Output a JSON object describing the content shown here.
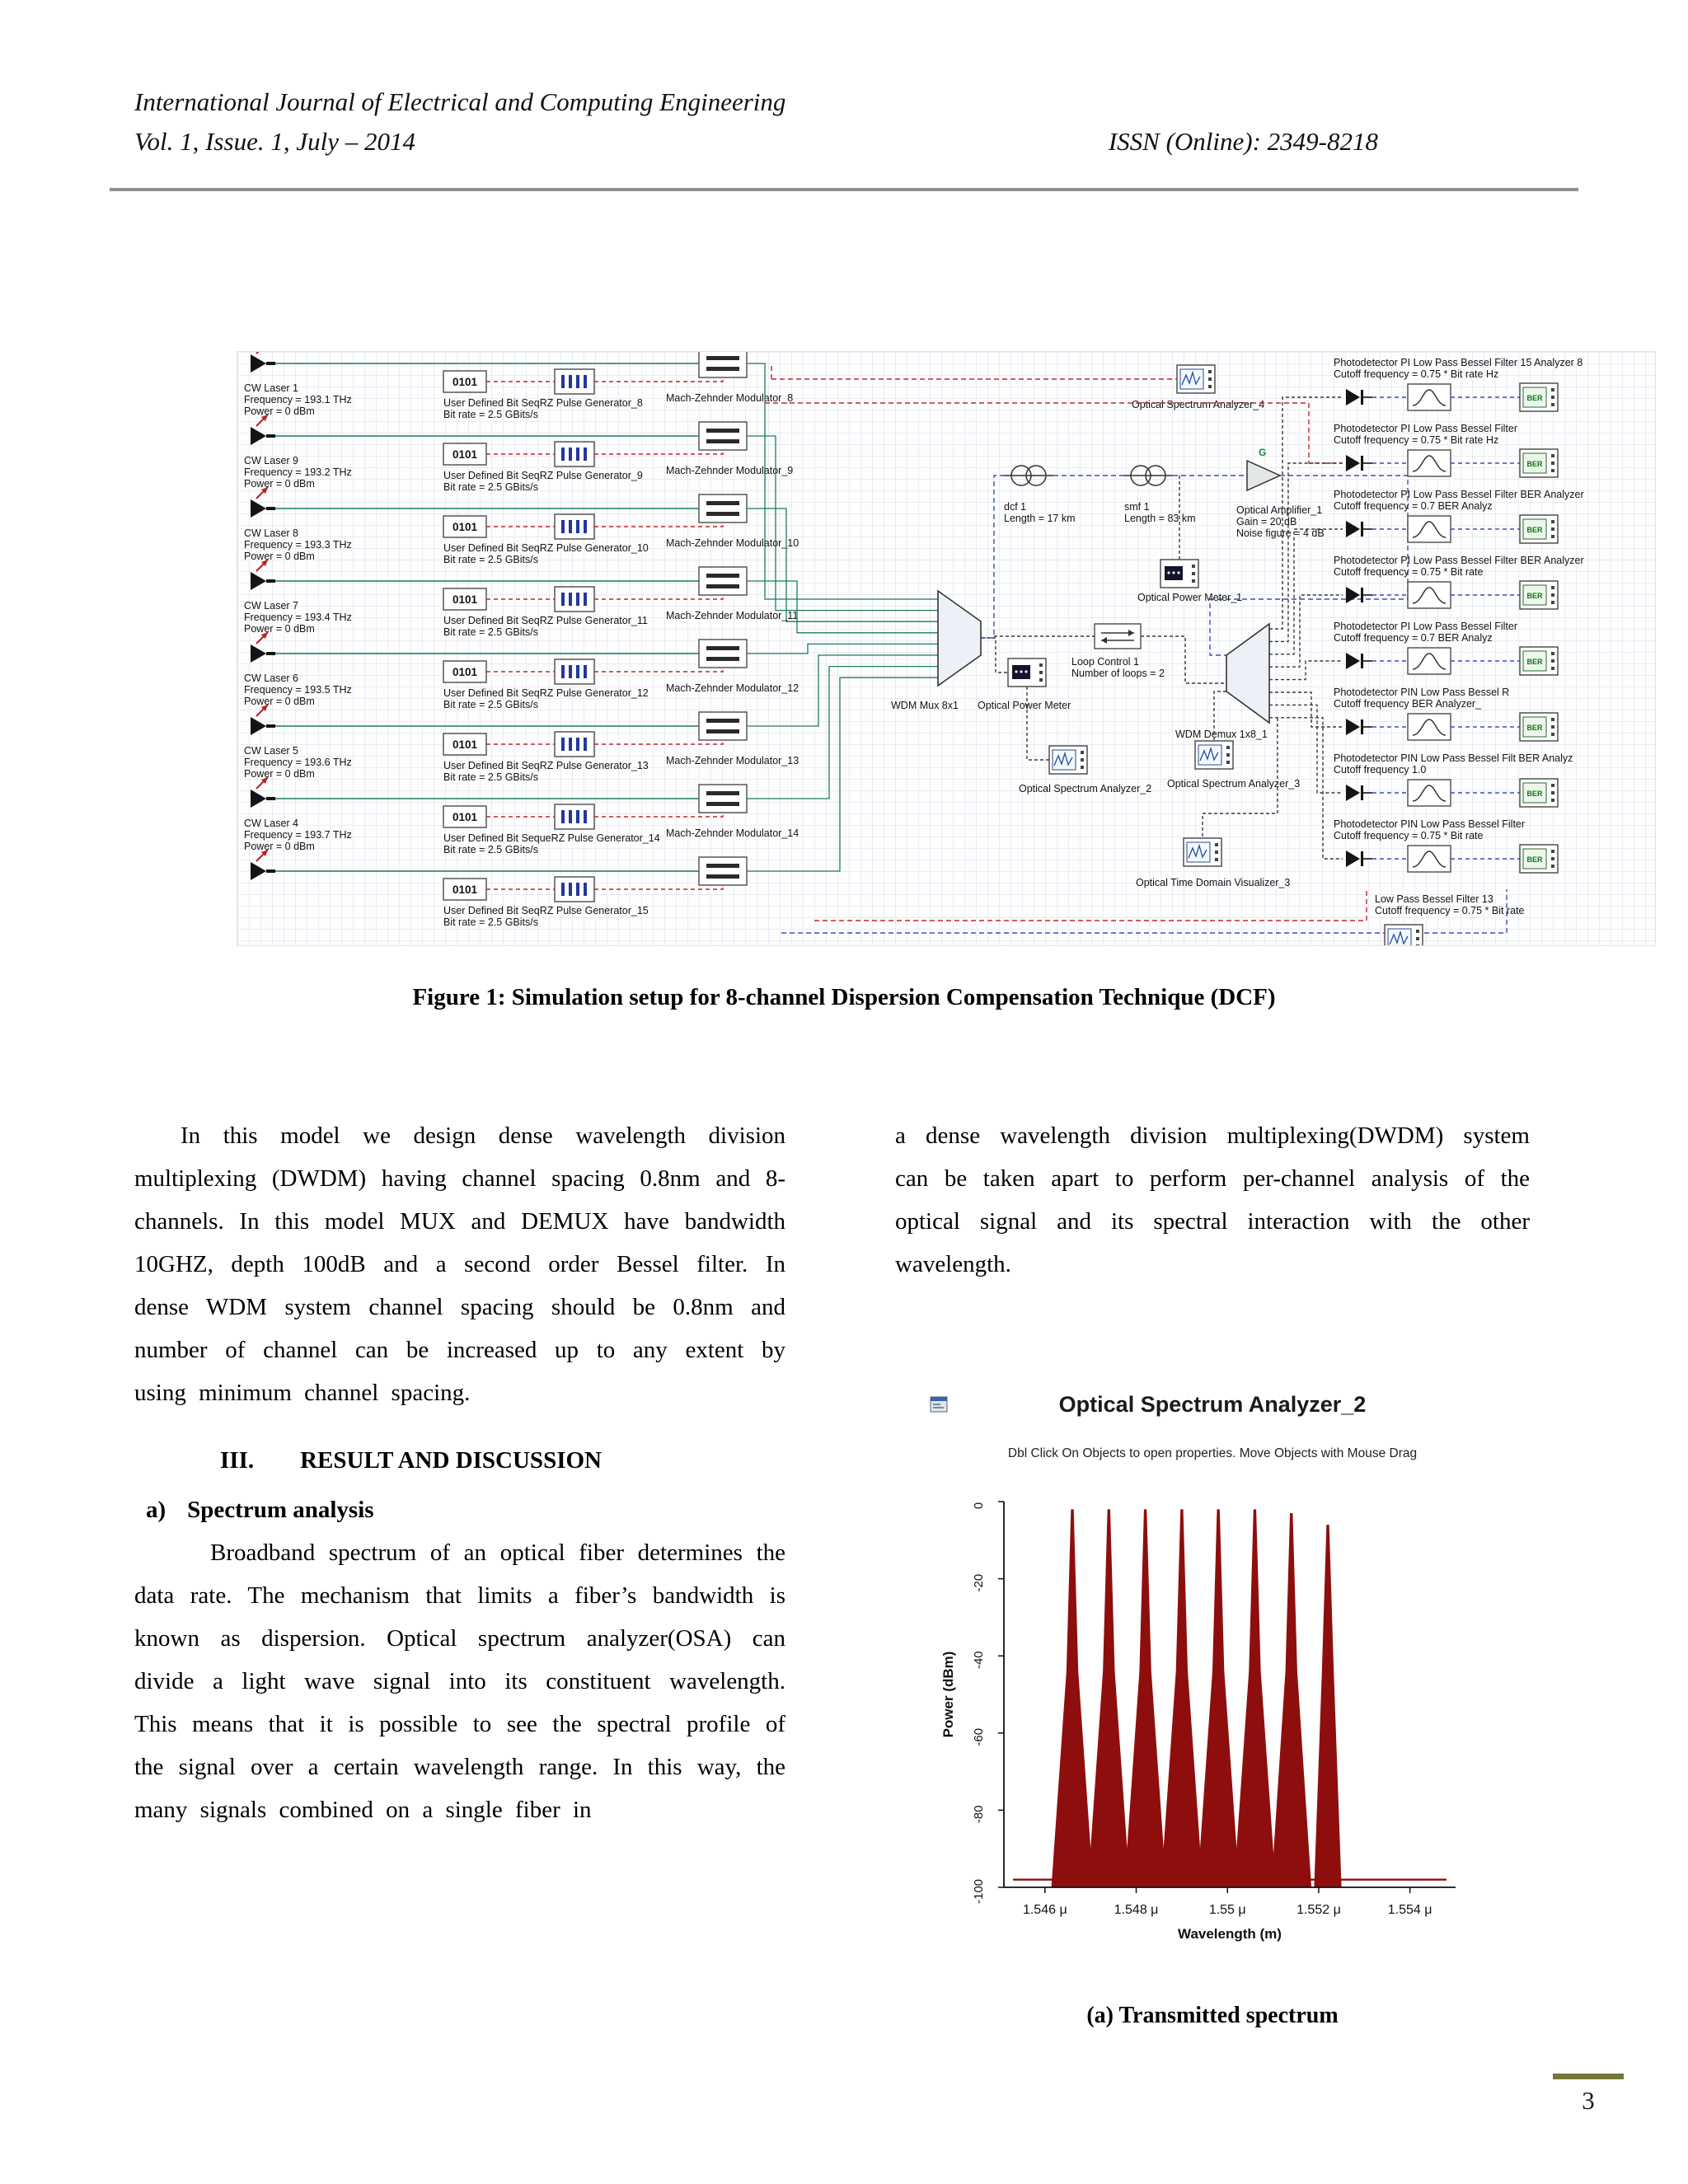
{
  "page": {
    "number": "3"
  },
  "header": {
    "journal_title": "International Journal of Electrical and Computing Engineering",
    "issue_line": "Vol. 1, Issue. 1, July – 2014",
    "issn_line": "ISSN (Online): 2349-8218"
  },
  "figure": {
    "caption": "Figure 1: Simulation setup for 8-channel Dispersion Compensation Technique (DCF)"
  },
  "diagram": {
    "bitseq_glyph": "0101",
    "gain_mark": "G",
    "ber_glyph": "BER",
    "rows": [
      {
        "laser_name": "CW Laser 1",
        "laser_freq": "Frequency = 193.1  THz",
        "laser_power": "Power = 0  dBm",
        "gen_name": "User Defined Bit SeqRZ Pulse Generator_8",
        "gen_rate": "Bit rate = 2.5  GBits/s",
        "mod_name": "Mach-Zehnder Modulator_8"
      },
      {
        "laser_name": "CW Laser 9",
        "laser_freq": "Frequency = 193.2  THz",
        "laser_power": "Power = 0  dBm",
        "gen_name": "User Defined Bit SeqRZ Pulse Generator_9",
        "gen_rate": "Bit rate = 2.5  GBits/s",
        "mod_name": "Mach-Zehnder Modulator_9"
      },
      {
        "laser_name": "CW Laser 8",
        "laser_freq": "Frequency = 193.3  THz",
        "laser_power": "Power = 0  dBm",
        "gen_name": "User Defined Bit SeqRZ Pulse Generator_10",
        "gen_rate": "Bit rate = 2.5  GBits/s",
        "mod_name": "Mach-Zehnder Modulator_10"
      },
      {
        "laser_name": "CW Laser 7",
        "laser_freq": "Frequency = 193.4  THz",
        "laser_power": "Power = 0  dBm",
        "gen_name": "User Defined Bit SeqRZ Pulse Generator_11",
        "gen_rate": "Bit rate = 2.5  GBits/s",
        "mod_name": "Mach-Zehnder Modulator_11"
      },
      {
        "laser_name": "CW Laser 6",
        "laser_freq": "Frequency = 193.5  THz",
        "laser_power": "Power = 0  dBm",
        "gen_name": "User Defined Bit SeqRZ Pulse Generator_12",
        "gen_rate": "Bit rate = 2.5  GBits/s",
        "mod_name": "Mach-Zehnder Modulator_12"
      },
      {
        "laser_name": "CW Laser 5",
        "laser_freq": "Frequency = 193.6  THz",
        "laser_power": "Power = 0  dBm",
        "gen_name": "User Defined Bit SeqRZ Pulse Generator_13",
        "gen_rate": "Bit rate = 2.5  GBits/s",
        "mod_name": "Mach-Zehnder Modulator_13"
      },
      {
        "laser_name": "CW Laser 4",
        "laser_freq": "Frequency = 193.7  THz",
        "laser_power": "Power = 0  dBm",
        "gen_name": "User Defined Bit SequeRZ Pulse Generator_14",
        "gen_rate": "Bit rate = 2.5  GBits/s",
        "mod_name": "Mach-Zehnder Modulator_14"
      },
      {
        "laser_name": "",
        "laser_freq": "",
        "laser_power": "",
        "gen_name": "User Defined Bit SeqRZ Pulse Generator_15",
        "gen_rate": "Bit rate = 2.5  GBits/s",
        "mod_name": ""
      }
    ],
    "mux_label": "WDM Mux 8x1",
    "power_meter_label": "Optical Power Meter",
    "power_meter1_label": "Optical Power Meter_1",
    "dcf": {
      "name": "dcf 1",
      "length": "Length = 17  km"
    },
    "smf": {
      "name": "smf 1",
      "length": "Length = 83  km"
    },
    "amplifier": {
      "name": "Optical Amplifier_1",
      "gain": "Gain = 20  dB",
      "noise": "Noise figure = 4  dB"
    },
    "loop_control": {
      "name": "Loop Control 1",
      "loops": "Number of loops = 2"
    },
    "demux_label": "WDM Demux 1x8_1",
    "osa4_label": "Optical Spectrum Analyzer_4",
    "osa2_label": "Optical Spectrum Analyzer_2",
    "osa3_label": "Optical Spectrum Analyzer_3",
    "otdv_label": "Optical Time Domain Visualizer_3",
    "filter13_label": "Low Pass Bessel Filter  13",
    "filter13_cutoff": "Cutoff frequency = 0.75 * Bit rate",
    "detector_chains": [
      {
        "label": "Photodetector PI  Low Pass Bessel Filter  15  Analyzer 8",
        "cutoff": "Cutoff frequency = 0.75 * Bit rate  Hz"
      },
      {
        "label": "Photodetector PI  Low Pass Bessel Filter",
        "cutoff": "Cutoff frequency = 0.75 * Bit rate  Hz"
      },
      {
        "label": "Photodetector PI  Low Pass Bessel Filter  BER Analyzer",
        "cutoff": "Cutoff frequency = 0.7  BER Analyz"
      },
      {
        "label": "Photodetector PI  Low Pass Bessel Filter  BER Analyzer",
        "cutoff": "Cutoff frequency = 0.75 * Bit rate"
      },
      {
        "label": "Photodetector PI  Low Pass Bessel Filter",
        "cutoff": "Cutoff frequency = 0.7  BER Analyz"
      },
      {
        "label": "Photodetector PIN  Low Pass Bessel R",
        "cutoff": "Cutoff frequency  BER Analyzer_"
      },
      {
        "label": "Photodetector PIN  Low Pass Bessel Filt  BER Analyz",
        "cutoff": "Cutoff frequency  1.0"
      },
      {
        "label": "Photodetector PIN  Low Pass Bessel Filter",
        "cutoff": "Cutoff frequency = 0.75 * Bit rate"
      }
    ]
  },
  "body": {
    "para1": "In this model we design dense wavelength division multiplexing (DWDM) having channel spacing 0.8nm and 8-channels. In this model MUX and DEMUX have bandwidth 10GHZ, depth 100dB and a second order Bessel filter. In dense WDM system channel spacing should be 0.8nm and number of channel can be increased up to any extent by using minimum channel spacing.",
    "heading": {
      "numeral": "III.",
      "title": "RESULT AND DISCUSSION"
    },
    "subheading": {
      "marker": "a)",
      "title": "Spectrum analysis"
    },
    "para2": "Broadband spectrum of an optical fiber determines the data rate. The mechanism that limits a fiber’s bandwidth is known as dispersion. Optical spectrum analyzer(OSA) can divide a light wave signal into its constituent wavelength. This means that it is possible to see the spectral profile of the signal over a certain wavelength range. In this way, the many signals combined on a single fiber in",
    "para3": "a dense wavelength division multiplexing(DWDM) system can be taken apart to perform per-channel analysis of the optical signal and its spectral interaction with the other wavelength."
  },
  "chart_data": {
    "type": "area",
    "title": "Optical Spectrum Analyzer_2",
    "subtitle": "Dbl Click On Objects to open properties.  Move Objects with Mouse Drag",
    "xlabel": "Wavelength (m)",
    "ylabel": "Power (dBm)",
    "xlim_um": [
      1.5451,
      1.555
    ],
    "ylim_dbm": [
      -100,
      0
    ],
    "x_ticks": [
      {
        "value": 1.546,
        "label": "1.546 μ"
      },
      {
        "value": 1.548,
        "label": "1.548 μ"
      },
      {
        "value": 1.55,
        "label": "1.55 μ"
      },
      {
        "value": 1.552,
        "label": "1.552 μ"
      },
      {
        "value": 1.554,
        "label": "1.554 μ"
      }
    ],
    "y_ticks": [
      {
        "value": 0,
        "label": "0"
      },
      {
        "value": -20,
        "label": "-20"
      },
      {
        "value": -40,
        "label": "-40"
      },
      {
        "value": -60,
        "label": "-60"
      },
      {
        "value": -80,
        "label": "-80"
      },
      {
        "value": -100,
        "label": "-100"
      }
    ],
    "peaks_um": [
      1.5466,
      1.5474,
      1.5482,
      1.549,
      1.5498,
      1.5506,
      1.5514,
      1.5522
    ],
    "peak_powers_dbm": [
      -2,
      -2,
      -2,
      -2,
      -2,
      -2,
      -3,
      -6
    ],
    "peak_base_halfwidth_um": [
      0.00046,
      0.00046,
      0.00046,
      0.00046,
      0.00046,
      0.00046,
      0.00044,
      0.0003
    ],
    "noise_floor_dbm": -98,
    "series_color": "#8e0e0e",
    "grid": false,
    "caption": "(a) Transmitted spectrum"
  }
}
